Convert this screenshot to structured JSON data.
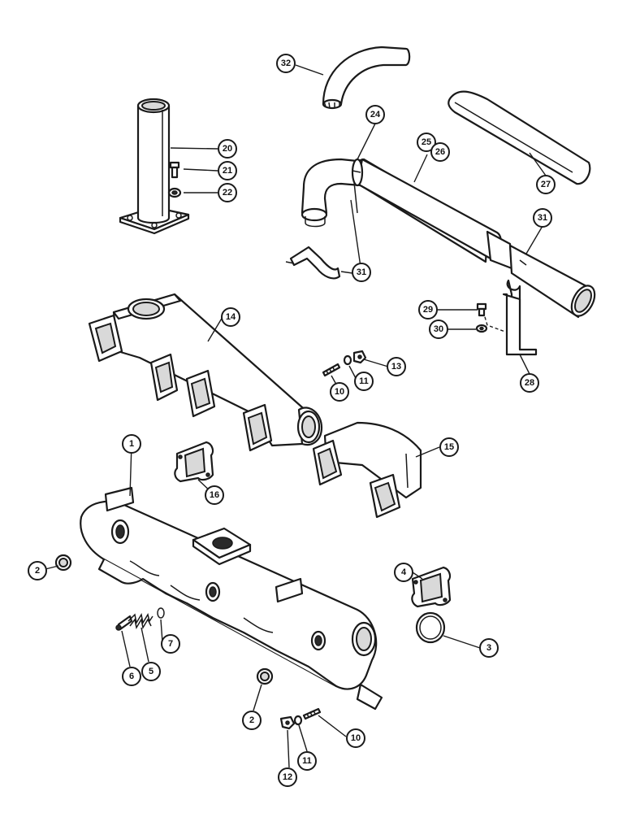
{
  "callouts": [
    {
      "id": "c32",
      "label": "32"
    },
    {
      "id": "c20",
      "label": "20"
    },
    {
      "id": "c21",
      "label": "21"
    },
    {
      "id": "c22",
      "label": "22"
    },
    {
      "id": "c24",
      "label": "24"
    },
    {
      "id": "c25",
      "label": "25"
    },
    {
      "id": "c26",
      "label": "26"
    },
    {
      "id": "c27",
      "label": "27"
    },
    {
      "id": "c31a",
      "label": "31"
    },
    {
      "id": "c31b",
      "label": "31"
    },
    {
      "id": "c29",
      "label": "29"
    },
    {
      "id": "c30",
      "label": "30"
    },
    {
      "id": "c28",
      "label": "28"
    },
    {
      "id": "c14",
      "label": "14"
    },
    {
      "id": "c13",
      "label": "13"
    },
    {
      "id": "c11a",
      "label": "11"
    },
    {
      "id": "c10a",
      "label": "10"
    },
    {
      "id": "c1",
      "label": "1"
    },
    {
      "id": "c16",
      "label": "16"
    },
    {
      "id": "c15",
      "label": "15"
    },
    {
      "id": "c2a",
      "label": "2"
    },
    {
      "id": "c4",
      "label": "4"
    },
    {
      "id": "c3",
      "label": "3"
    },
    {
      "id": "c7",
      "label": "7"
    },
    {
      "id": "c5",
      "label": "5"
    },
    {
      "id": "c6",
      "label": "6"
    },
    {
      "id": "c2b",
      "label": "2"
    },
    {
      "id": "c10b",
      "label": "10"
    },
    {
      "id": "c11b",
      "label": "11"
    },
    {
      "id": "c12",
      "label": "12"
    }
  ]
}
